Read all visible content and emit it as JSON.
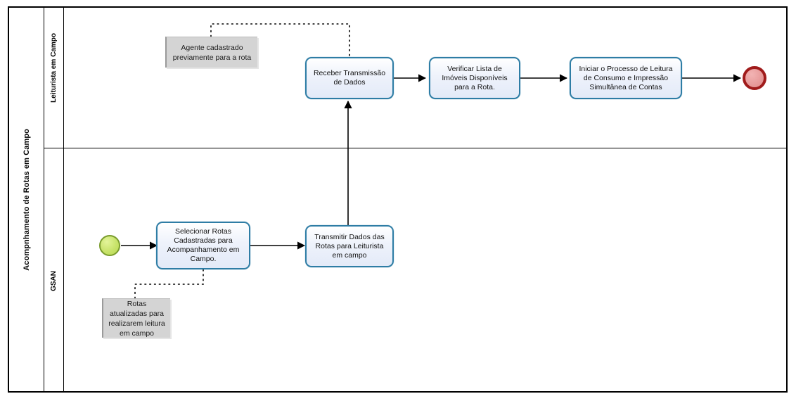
{
  "diagram": {
    "type": "bpmn-process",
    "pool": {
      "label": "Acompnhamento de Rotas em Campo"
    },
    "lanes": [
      {
        "id": "lane-leiturista",
        "label": "Leiturista em Campo"
      },
      {
        "id": "lane-gsan",
        "label": "GSAN"
      }
    ],
    "nodes": {
      "note_agente": {
        "kind": "text-annotation",
        "lane": "lane-leiturista",
        "text": "Agente cadastrado previamente para a rota"
      },
      "task_receber": {
        "kind": "task",
        "lane": "lane-leiturista",
        "text": "Receber Transmissão de Dados"
      },
      "task_verificar": {
        "kind": "task",
        "lane": "lane-leiturista",
        "text": "Verificar Lista de Imóveis Disponíveis para a Rota."
      },
      "task_iniciar": {
        "kind": "task",
        "lane": "lane-leiturista",
        "text": "Iniciar o Processo de Leitura de Consumo e Impressão Simultânea de Contas"
      },
      "end_event": {
        "kind": "end-event",
        "lane": "lane-leiturista",
        "text": ""
      },
      "start_event": {
        "kind": "start-event",
        "lane": "lane-gsan",
        "text": ""
      },
      "task_selecionar": {
        "kind": "task",
        "lane": "lane-gsan",
        "text": "Selecionar Rotas Cadastradas para Acompanhamento em Campo."
      },
      "task_transmitir": {
        "kind": "task",
        "lane": "lane-gsan",
        "text": "Transmitir Dados das Rotas para Leiturista em campo"
      },
      "note_rotas": {
        "kind": "text-annotation",
        "lane": "lane-gsan",
        "text": "Rotas atualizadas para realizarem leitura em campo"
      }
    },
    "colors": {
      "task_border": "#2e7da5",
      "task_fill": "#e3eaf8",
      "note_fill": "#d4d4d4",
      "start_event_fill": "#c8e36b",
      "start_event_border": "#7a9c2e",
      "end_event_fill": "#e79a9a",
      "end_event_border": "#a01b1b",
      "frame": "#000000"
    }
  }
}
